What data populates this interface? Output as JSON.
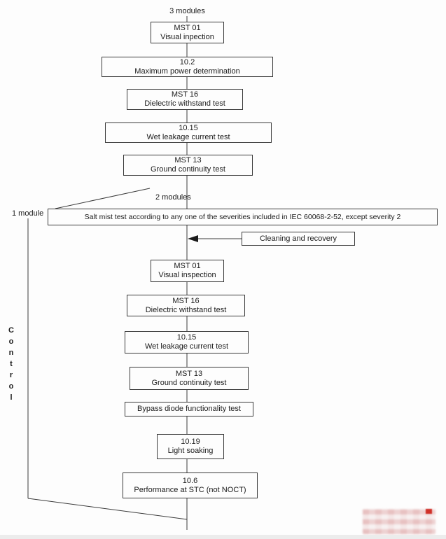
{
  "labels": {
    "three_modules": "3 modules",
    "two_modules": "2 modules",
    "one_module": "1 module",
    "control": "Control"
  },
  "flow": {
    "top": [
      {
        "code": "MST 01",
        "name": "Visual inpection"
      },
      {
        "code": "10.2",
        "name": "Maximum power determination"
      },
      {
        "code": "MST 16",
        "name": "Dielectric withstand test"
      },
      {
        "code": "10.15",
        "name": "Wet leakage current test"
      },
      {
        "code": "MST 13",
        "name": "Ground continuity test"
      }
    ],
    "salt_mist": "Salt mist test according to any one of the severities included in IEC 60068-2-52, except  severity 2",
    "cleaning": "Cleaning and recovery",
    "bottom": [
      {
        "code": "MST 01",
        "name": "Visual inspection"
      },
      {
        "code": "MST 16",
        "name": "Dielectric withstand test"
      },
      {
        "code": "10.15",
        "name": "Wet leakage current test"
      },
      {
        "code": "MST 13",
        "name": "Ground continuity test"
      },
      {
        "name": "Bypass diode functionality test"
      },
      {
        "code": "10.19",
        "name": "Light soaking"
      },
      {
        "code": "10.6",
        "name": "Performance at STC (not NOCT)"
      }
    ]
  },
  "colors": {
    "line": "#3a3a3a",
    "box_border": "#3a3a3a",
    "background": "#fdfdfd"
  }
}
